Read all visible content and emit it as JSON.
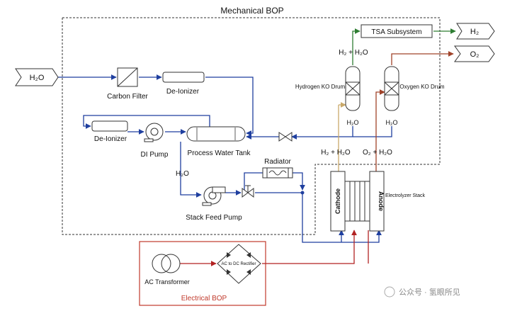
{
  "title": "Mechanical BOP",
  "electrical_title": "Electrical BOP",
  "inputs": {
    "water": "H₂O"
  },
  "outputs": {
    "hydrogen": "H₂",
    "oxygen": "O₂"
  },
  "components": {
    "carbon_filter": "Carbon Filter",
    "deionizer_top": "De-Ionizer",
    "deionizer_left": "De-Ionizer",
    "di_pump": "DI Pump",
    "process_water_tank": "Process Water Tank",
    "radiator": "Radiator",
    "stack_feed_pump": "Stack Feed Pump",
    "tsa": "TSA Subsystem",
    "hydrogen_ko_drum": "Hydrogen KO Drum",
    "oxygen_ko_drum": "Oxygen KO Drum",
    "electrolyzer_stack": "Electrolyzer Stack",
    "cathode": "Cathode",
    "anode": "Anode",
    "ac_transformer": "AC Transformer",
    "rectifier": "AC to DC Rectifier"
  },
  "stream_labels": {
    "h2_h2o_top": "H₂ + H₂O",
    "h2_h2o_stack": "H₂ + H₂O",
    "o2_h2o_stack": "O₂ + H₂O",
    "h2o_hydrogen_drum": "H₂O",
    "h2o_oxygen_drum": "H₂O",
    "h2o_feed": "H₂O"
  },
  "watermark": "公众号 · 氢眼所见",
  "colors": {
    "water_line": "#1f3f9f",
    "hydrogen_line": "#2e7d32",
    "oxygen_line": "#a0432a",
    "h2_mix_line": "#c9a96a",
    "electrical_line": "#b22222",
    "outline": "#222222"
  }
}
